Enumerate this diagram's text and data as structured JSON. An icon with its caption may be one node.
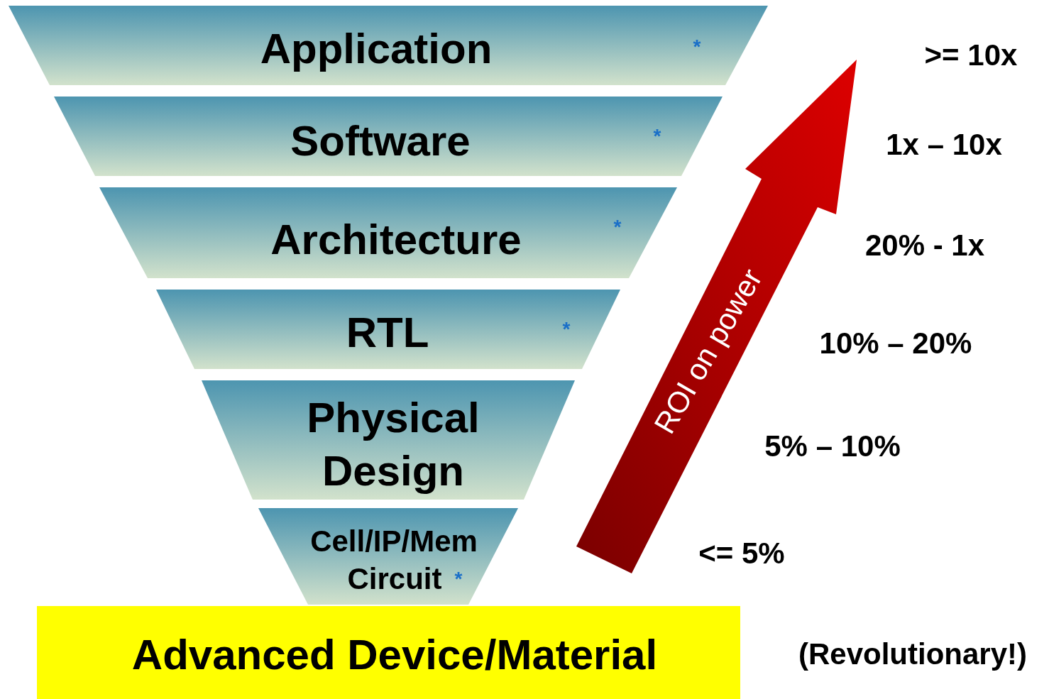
{
  "diagram": {
    "nodes": [
      {
        "text": [
          "Application",
          "*"
        ]
      },
      {
        "text": [
          "Software",
          "*"
        ]
      },
      {
        "text": [
          "Architecture",
          "*"
        ]
      },
      {
        "text": [
          "RTL",
          "*"
        ]
      },
      {
        "text": [
          "Physical Design"
        ]
      },
      {
        "text": [
          "Cell/IP/Mem",
          "Circuit",
          "*"
        ]
      },
      {
        "text": [
          "Advanced Device/Material"
        ],
        "beside": [
          "(Revolutionary!)"
        ]
      },
      {
        "text": [
          "ROI on power"
        ]
      }
    ],
    "labels": [
      ">= 10x",
      "1x – 10x",
      "20% - 1x",
      "10% – 20%",
      "5% – 10%",
      "<= 5%"
    ]
  }
}
